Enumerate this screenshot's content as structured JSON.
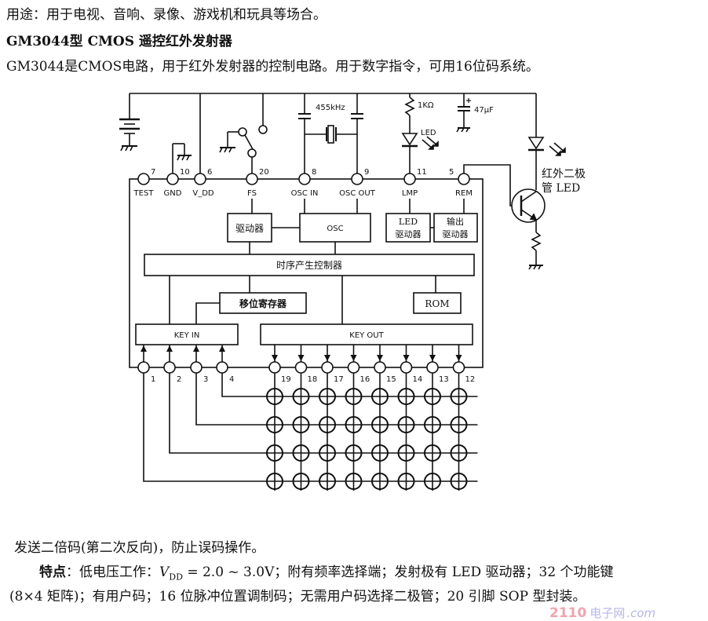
{
  "header": {
    "usage_line": "用途：用于电视、音响、录像、游戏机和玩具等场合。",
    "title": "GM3044型 CMOS 遥控红外发射器",
    "description": "GM3044是CMOS电路，用于红外发射器的控制电路。用于数字指令，可用16位码系统。"
  },
  "diagram": {
    "top_pins": [
      {
        "number": "7",
        "label": "TEST"
      },
      {
        "number": "10",
        "label": "GND"
      },
      {
        "number": "6",
        "label": "V_DD"
      },
      {
        "number": "20",
        "label": "FS"
      },
      {
        "number": "8",
        "label": "OSC IN"
      },
      {
        "number": "9",
        "label": "OSC OUT"
      },
      {
        "number": "11",
        "label": "LMP"
      },
      {
        "number": "5",
        "label": "REM"
      }
    ],
    "external_components": {
      "crystal_label": "455kHz",
      "resistor_label": "1KΩ",
      "capacitor_label": "47μF",
      "led_label": "LED",
      "ir_led_label_line1": "红外二极",
      "ir_led_label_line2": "管 LED"
    },
    "blocks": {
      "driver": "驱动器",
      "osc": "OSC",
      "led_driver_line1": "LED",
      "led_driver_line2": "驱动器",
      "output_driver_line1": "输出",
      "output_driver_line2": "驱动器",
      "timing_controller": "时序产生控制器",
      "shift_register": "移位寄存器",
      "rom": "ROM",
      "key_in": "KEY IN",
      "key_out": "KEY OUT"
    },
    "key_in_pins": [
      "1",
      "2",
      "3",
      "4"
    ],
    "key_out_pins": [
      "19",
      "18",
      "17",
      "16",
      "15",
      "14",
      "13",
      "12"
    ],
    "matrix": {
      "rows": 4,
      "columns": 8
    }
  },
  "footer": {
    "line1": "发送二倍码(第二次反向)，防止误码操作。",
    "features_label": "特点",
    "line2_a": "：低电压工作：",
    "vdd_symbol": "V",
    "vdd_sub": "DD",
    "line2_b": " = 2.0 ~ 3.0V；附有频率选择端；发射极有 LED 驱动器；32 个功能键",
    "line3": "(8×4 矩阵)；有用户码；16 位脉冲位置调制码；无需用户码选择二极管；20 引脚 SOP 型封装。"
  },
  "watermark": {
    "number": "2110",
    "cn": "电子网",
    "domain": ".com"
  }
}
